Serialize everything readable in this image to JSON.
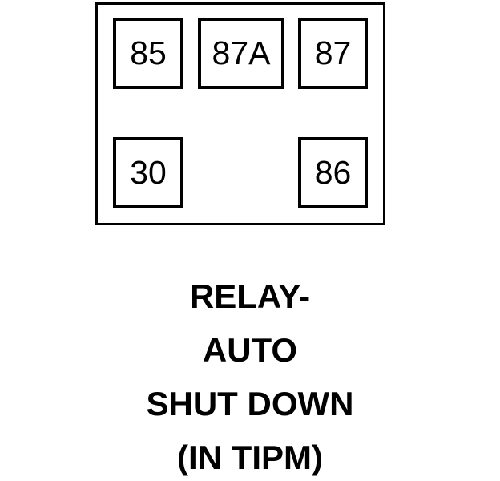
{
  "diagram": {
    "type": "relay-pinout",
    "component_name": "RELAY- AUTO SHUT DOWN (IN TIPM)",
    "body": {
      "shape": "rectangle",
      "stroke_color": "#000000",
      "fill_color": "#ffffff"
    },
    "terminals": [
      {
        "id": "pad-85",
        "label": "85",
        "row": "top",
        "position": "left"
      },
      {
        "id": "pad-87a",
        "label": "87A",
        "row": "top",
        "position": "center"
      },
      {
        "id": "pad-87",
        "label": "87",
        "row": "top",
        "position": "right"
      },
      {
        "id": "pad-30",
        "label": "30",
        "row": "bottom",
        "position": "left"
      },
      {
        "id": "pad-86",
        "label": "86",
        "row": "bottom",
        "position": "right"
      }
    ]
  },
  "caption": {
    "lines": [
      "RELAY-",
      "AUTO",
      "SHUT DOWN",
      "(IN TIPM)"
    ]
  },
  "colors": {
    "background": "#ffffff",
    "ink": "#000000"
  }
}
